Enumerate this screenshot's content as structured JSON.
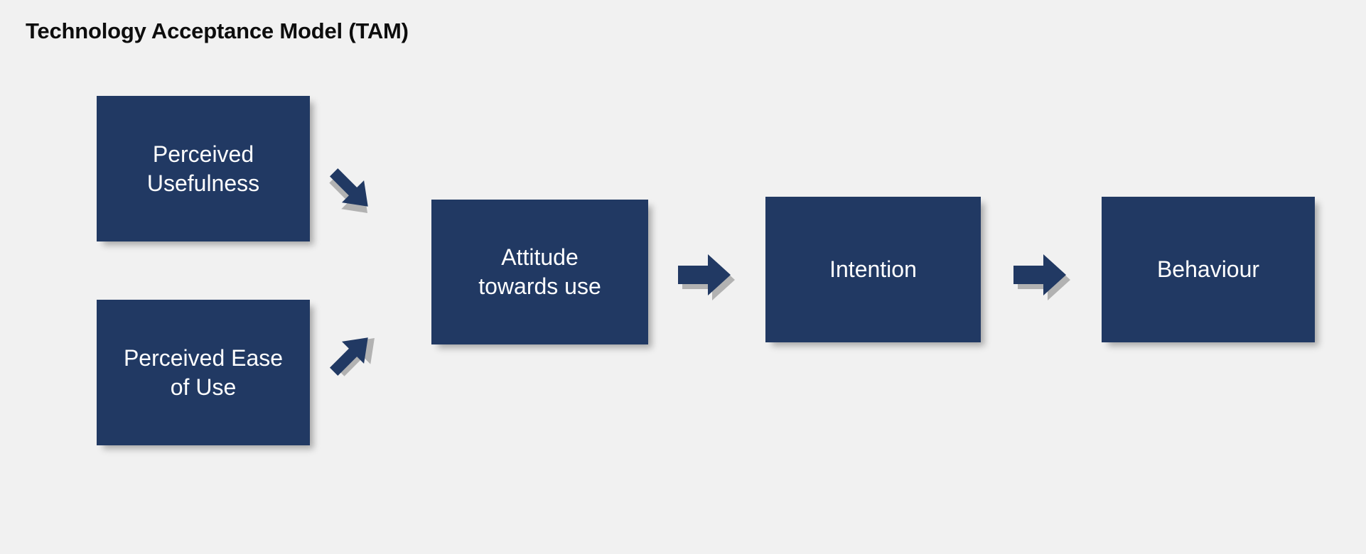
{
  "diagram": {
    "title": "Technology Acceptance Model (TAM)",
    "background_color": "#F1F1F1",
    "node_color": "#213963",
    "node_text_color": "#FFFFFF",
    "title_color": "#0D0D0D",
    "nodes": [
      {
        "id": "perceived-usefulness",
        "label": "Perceived\nUsefulness"
      },
      {
        "id": "perceived-ease-of-use",
        "label": "Perceived Ease\nof Use"
      },
      {
        "id": "attitude",
        "label": "Attitude\ntowards use"
      },
      {
        "id": "intention",
        "label": "Intention"
      },
      {
        "id": "behaviour",
        "label": "Behaviour"
      }
    ],
    "arrows": [
      {
        "id": "pu-to-attitude",
        "from": "perceived-usefulness",
        "to": "attitude",
        "direction": "down-right"
      },
      {
        "id": "peou-to-attitude",
        "from": "perceived-ease-of-use",
        "to": "attitude",
        "direction": "up-right"
      },
      {
        "id": "attitude-to-intention",
        "from": "attitude",
        "to": "intention",
        "direction": "right"
      },
      {
        "id": "intention-to-behaviour",
        "from": "intention",
        "to": "behaviour",
        "direction": "right"
      }
    ]
  }
}
